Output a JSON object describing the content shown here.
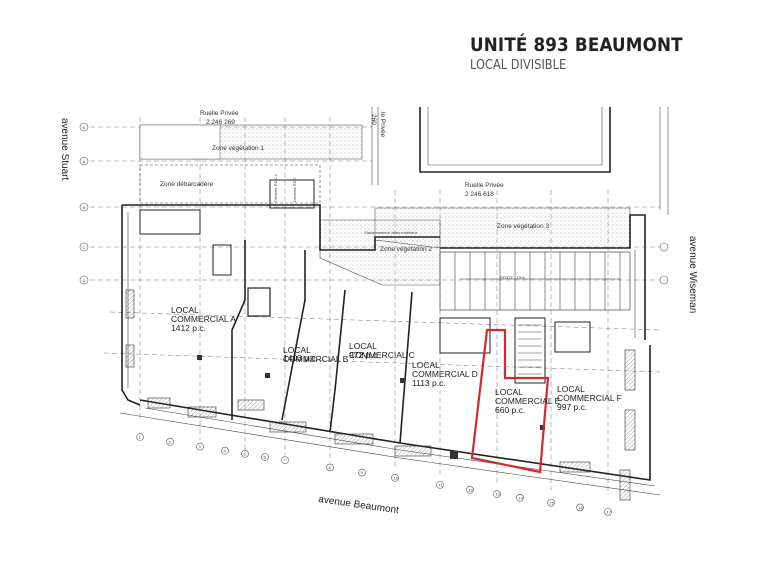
{
  "header": {
    "title": "UNITÉ 893 BEAUMONT",
    "subtitle": "LOCAL DIVISIBLE"
  },
  "streets": {
    "stuart": "avenue Stuart",
    "wiseman": "avenue Wiseman",
    "beaumont": "avenue Beaumont",
    "ruelle_top": "Ruelle Privée",
    "ruelle_top_lot": "2 246 269",
    "ruelle_vertical": "le Privée",
    "ruelle_vertical_lot": "260",
    "ruelle_right": "Ruelle Privée",
    "ruelle_right_lot": "2 246 618"
  },
  "zones": {
    "vegetation_1": "Zone végétation 1",
    "vegetation_2": "Zone végétation 2",
    "vegetation_3": "Zone végétation 3",
    "debarcadere": "Zone débarcadère",
    "stationnement": "Stationnement vélos extérieur",
    "dechets_1": "Déchets RDC-1",
    "dechets_2": "Déchets RDC",
    "pente": "PENTE : 15%"
  },
  "units": [
    {
      "name": "LOCAL COMMERCIAL A",
      "area": "1412 p.c."
    },
    {
      "name": "LOCAL COMMERCIAL B",
      "area": "1403 p.c."
    },
    {
      "name": "LOCAL COMMERCIAL C",
      "area": "972 p.c."
    },
    {
      "name": "LOCAL COMMERCIAL D",
      "area": "1113 p.c."
    },
    {
      "name": "LOCAL COMMERCIAL E",
      "area": "660 p.c."
    },
    {
      "name": "LOCAL COMMERCIAL F",
      "area": "997 p.c."
    }
  ],
  "grid_rows": [
    "K",
    "A",
    "B",
    "C",
    "D"
  ],
  "grid_cols": [
    "1",
    "2",
    "3",
    "4",
    "5",
    "6",
    "7",
    "8",
    "9",
    "10",
    "11",
    "12",
    "13",
    "14",
    "15",
    "16",
    "17"
  ],
  "colors": {
    "highlight": "#d42a2a",
    "line": "#222222",
    "vegetation_dots": "#888888"
  }
}
